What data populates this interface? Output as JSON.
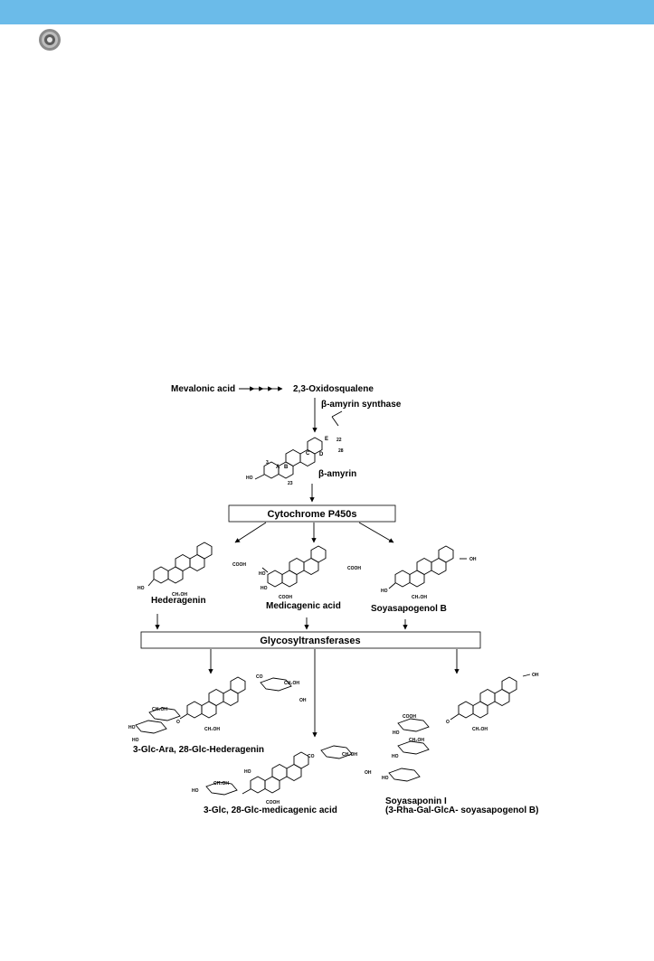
{
  "header": {
    "bar_color": "#6bbbe9"
  },
  "logo": {
    "icon": "journal-seal-icon"
  },
  "pathway": {
    "precursor": "Mevalonic acid",
    "intermediate": "2,3-Oxidosqualene",
    "enzyme_synthase": "β-amyrin synthase",
    "core": "β-amyrin",
    "core_ring_labels": [
      "A",
      "B",
      "C",
      "D",
      "E"
    ],
    "core_carbon_labels": {
      "c3": "3",
      "c23": "23",
      "c28": "28",
      "c22": "22"
    },
    "core_hydroxyl": "HO",
    "enzyme_p450": "Cytochrome P450s",
    "aglycones": {
      "hederagenin": "Hederagenin",
      "medicagenic": "Medicagenic acid",
      "soyasapogenol": "Soyasapogenol B"
    },
    "enzyme_gt": "Glycosyltransferases",
    "saponins": {
      "hederagenin_saponin": "3-Glc-Ara, 28-Glc-Hederagenin",
      "medicagenic_saponin": "3-Glc, 28-Glc-medicagenic acid",
      "soyasaponin_name": "Soyasaponin I",
      "soyasaponin_detail": "(3-Rha-Gal-GlcA- soyasapogenol B)"
    },
    "groups": {
      "ho": "HO",
      "oh": "OH",
      "cooh": "COOH",
      "ch2oh": "CH₂OH",
      "co": "CO",
      "o": "O"
    }
  }
}
